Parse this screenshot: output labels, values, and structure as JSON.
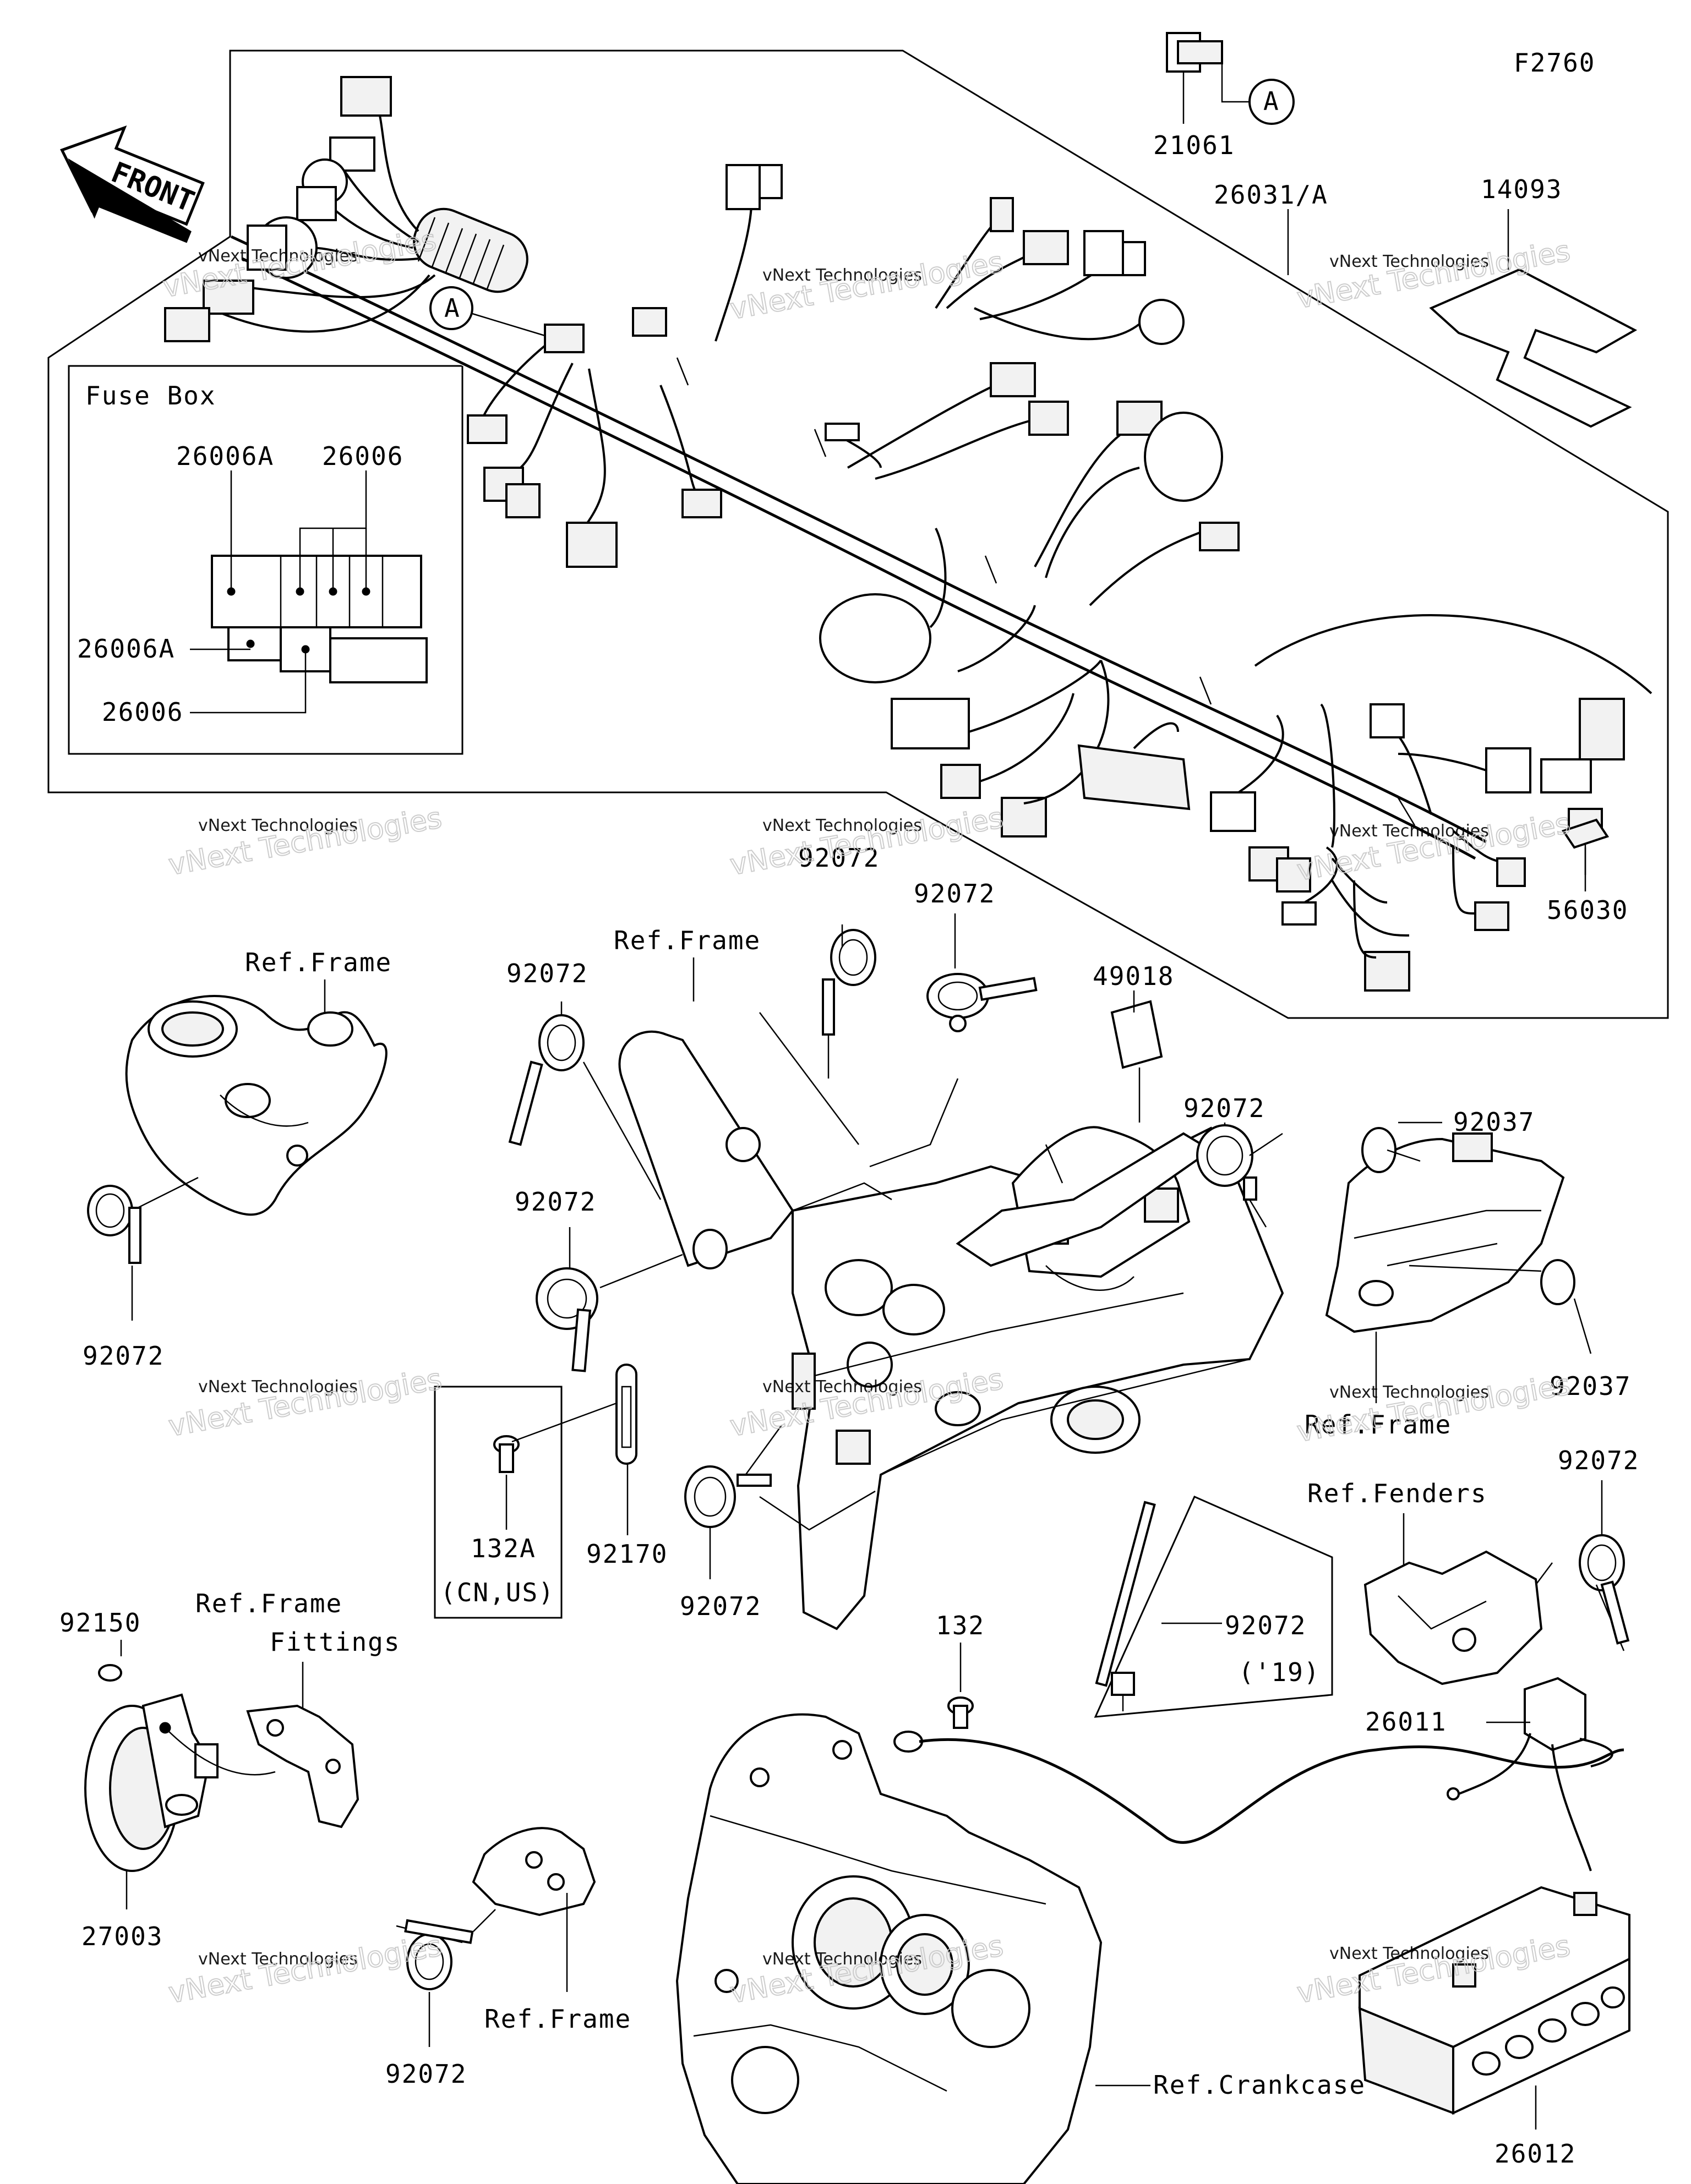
{
  "diagram_code": "F2760",
  "front_label": "FRONT",
  "fuse_box": {
    "title": "Fuse Box",
    "labels": [
      "26006A",
      "26006",
      "26006A",
      "26006"
    ]
  },
  "connector_marker": "A",
  "callouts": {
    "p21061": "21061",
    "p26031": "26031/A",
    "p14093": "14093",
    "p56030": "56030",
    "p49018": "49018",
    "p92037a": "92037",
    "p92037b": "92037",
    "p92072_tl_top": "92072",
    "p92072_center_top": "92072",
    "p92072_left_top": "92072",
    "p92072_left_mid": "92072",
    "p92072_right_top": "92072",
    "p92072_left_frame": "92072",
    "p92072_center_bottom": "92072",
    "p92072_fenders": "92072",
    "p92072_19": "92072",
    "p92072_19_note": "('19)",
    "p92072_horn": "92072",
    "p132a": "132A",
    "p132a_note": "(CN,US)",
    "p92170": "92170",
    "p132": "132",
    "p92150": "92150",
    "p27003": "27003",
    "p26011": "26011",
    "p26012": "26012"
  },
  "refs": {
    "frame_left": "Ref.Frame",
    "frame_center": "Ref.Frame",
    "frame_right": "Ref.Frame",
    "fenders": "Ref.Fenders",
    "frame_fittings_1": "Ref.Frame",
    "frame_fittings_2": "Fittings",
    "frame_bottom": "Ref.Frame",
    "crankcase": "Ref.Crankcase"
  },
  "watermark": {
    "small": "vNext Technologies",
    "large": "vNext Technologies"
  },
  "icons": [
    "front-arrow-icon"
  ]
}
